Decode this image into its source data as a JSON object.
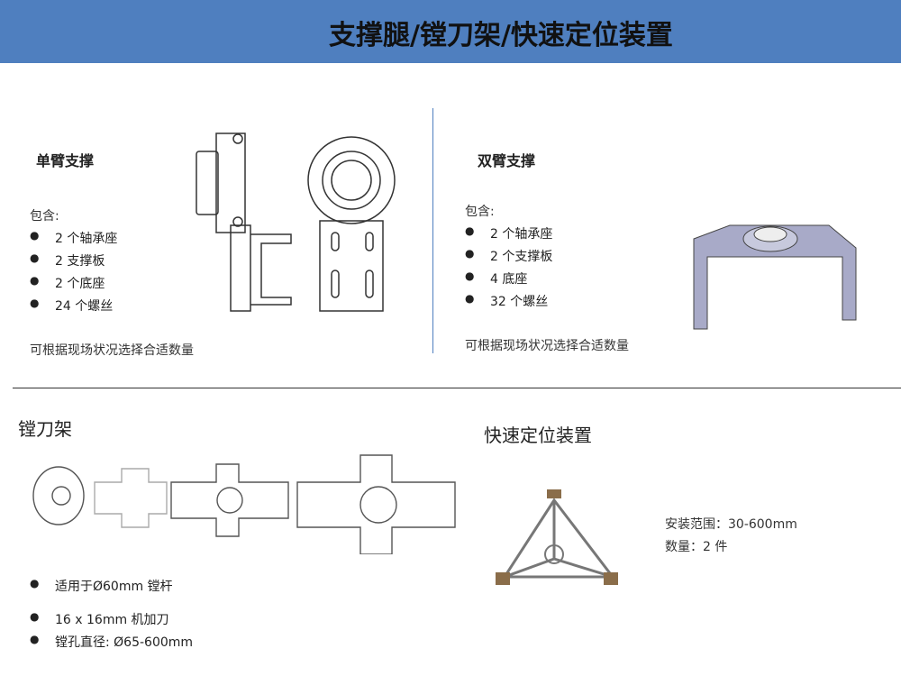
{
  "title": "支撑腿/镗刀架/快速定位装置",
  "single": {
    "heading": "单臂支撑",
    "contains": "包含:",
    "items": [
      "2 个轴承座",
      "2 支撑板",
      "2 个底座",
      "24 个螺丝"
    ],
    "note": "可根据现场状况选择合适数量"
  },
  "double": {
    "heading": "双臂支撑",
    "contains": "包含:",
    "items": [
      "2 个轴承座",
      "2 个支撑板",
      "4 底座",
      "32 个螺丝"
    ],
    "note": "可根据现场状况选择合适数量"
  },
  "boring": {
    "heading": "镗刀架",
    "items": [
      "适用于Ø60mm 镗杆",
      "16 x 16mm 机加刀",
      "镗孔直径: Ø65-600mm"
    ]
  },
  "locator": {
    "heading": "快速定位装置",
    "range": "安装范围：30-600mm",
    "qty": "数量：2 件"
  },
  "colors": {
    "header": "#4f7fbf"
  }
}
